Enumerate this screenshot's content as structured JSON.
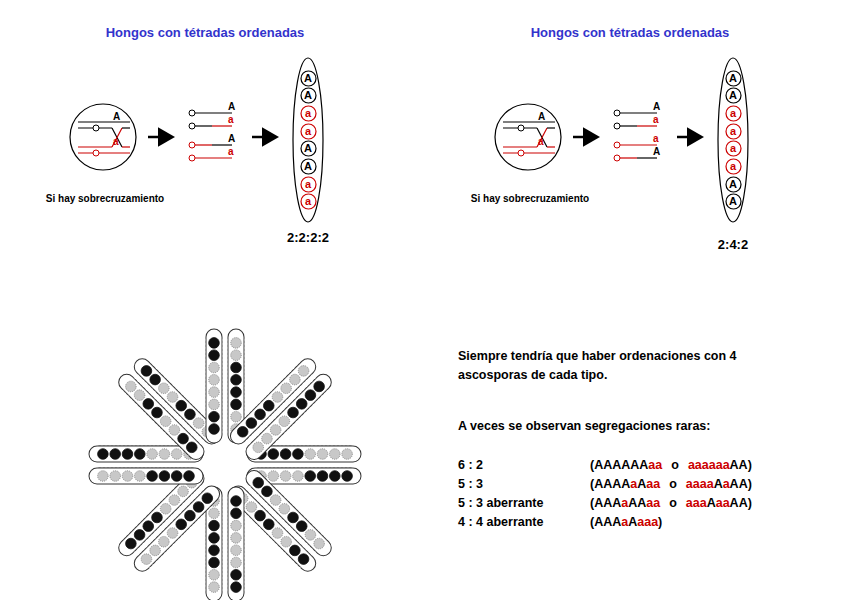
{
  "diagram": {
    "nodes": [
      {
        "text": [
          "A",
          "a"
        ]
      },
      {
        "text": [
          "A"
        ]
      },
      {
        "text": [
          "A"
        ]
      },
      {
        "text": [
          "a"
        ]
      },
      {
        "text": [
          "a"
        ]
      },
      {
        "text": [
          "A"
        ]
      },
      {
        "text": [
          "A"
        ]
      },
      {
        "text": [
          "a"
        ]
      },
      {
        "text": [
          "a"
        ]
      },
      {
        "text": [
          "A",
          "a"
        ]
      },
      {
        "text": [
          "A"
        ]
      },
      {
        "text": [
          "A"
        ]
      },
      {
        "text": [
          "a"
        ]
      },
      {
        "text": [
          "a"
        ]
      },
      {
        "text": [
          "a"
        ]
      },
      {
        "text": [
          "a"
        ]
      },
      {
        "text": [
          "A"
        ]
      },
      {
        "text": [
          "A"
        ]
      }
    ],
    "labels": [
      "Hongos con tétradas ordenadas",
      "Si hay sobrecruzamiento",
      "2:2:2:2",
      "A",
      "a",
      "A",
      "a",
      "Hongos con tétradas ordenadas",
      "Si hay sobrecruzamiento",
      "2:4:2",
      "A",
      "a",
      "a",
      "A",
      "Siempre tendría que haber ordenaciones con 4 ascosporas de cada tipo.",
      "A veces se observan segregaciones raras:",
      "6 : 2",
      "(AAAAAA",
      "aa",
      "o",
      "aaaaaa",
      "AA)",
      "5 : 3",
      "(AAAA",
      "a",
      "A",
      "aa",
      "o",
      "aaaa",
      "A",
      "a",
      "AA)",
      "5 : 3 aberrante",
      "(AAA",
      "a",
      "AA",
      "aa",
      "o",
      "aaa",
      "A",
      "aa",
      "AA)",
      "4 : 4 aberrante",
      "(AAA",
      "a",
      "A",
      "aaa",
      ")"
    ]
  }
}
